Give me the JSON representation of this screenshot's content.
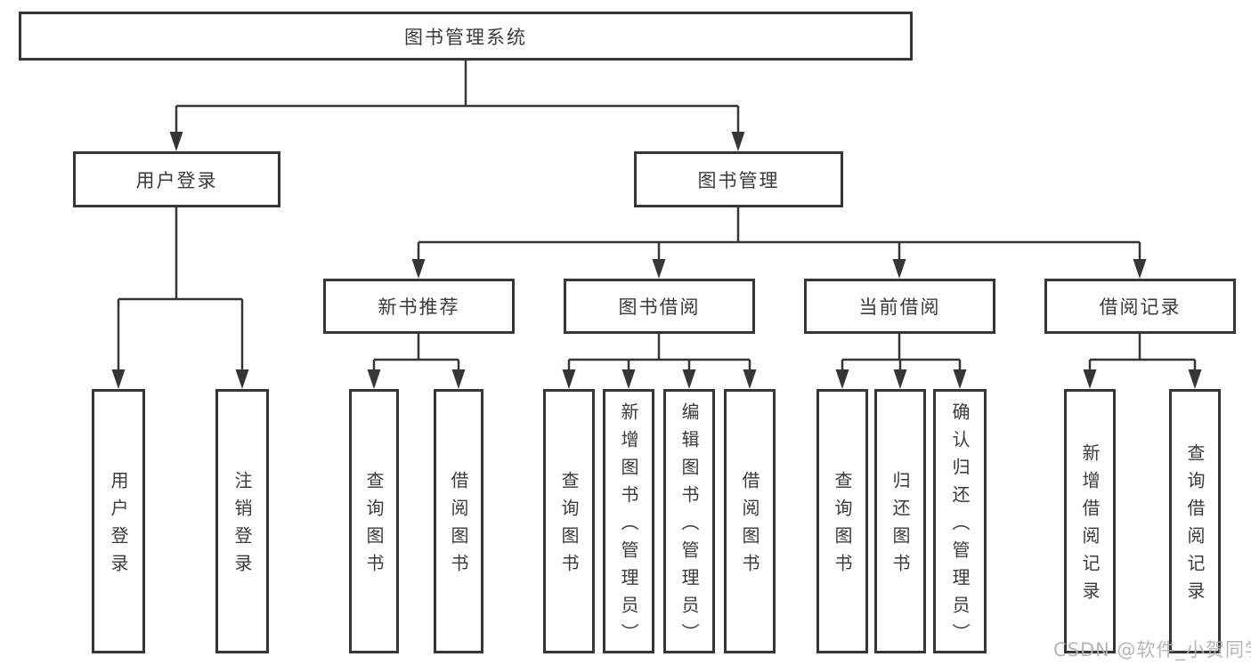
{
  "watermark": "CSDN @软件_小贺同学",
  "colors": {
    "line": "#363636",
    "text": "#3b3b3b",
    "background": "#ffffff",
    "watermark": "#b2b2b2"
  },
  "tree": {
    "label": "图书管理系统",
    "children": [
      {
        "label": "用户登录",
        "children": [
          {
            "label": "用户登录"
          },
          {
            "label": "注销登录"
          }
        ]
      },
      {
        "label": "图书管理",
        "children": [
          {
            "label": "新书推荐",
            "children": [
              {
                "label": "查询图书"
              },
              {
                "label": "借阅图书"
              }
            ]
          },
          {
            "label": "图书借阅",
            "children": [
              {
                "label": "查询图书"
              },
              {
                "label": "新增图书（管理员）"
              },
              {
                "label": "编辑图书（管理员）"
              },
              {
                "label": "借阅图书"
              }
            ]
          },
          {
            "label": "当前借阅",
            "children": [
              {
                "label": "查询图书"
              },
              {
                "label": "归还图书"
              },
              {
                "label": "确认归还（管理员）"
              }
            ]
          },
          {
            "label": "借阅记录",
            "children": [
              {
                "label": "新增借阅记录"
              },
              {
                "label": "查询借阅记录"
              }
            ]
          }
        ]
      }
    ]
  }
}
